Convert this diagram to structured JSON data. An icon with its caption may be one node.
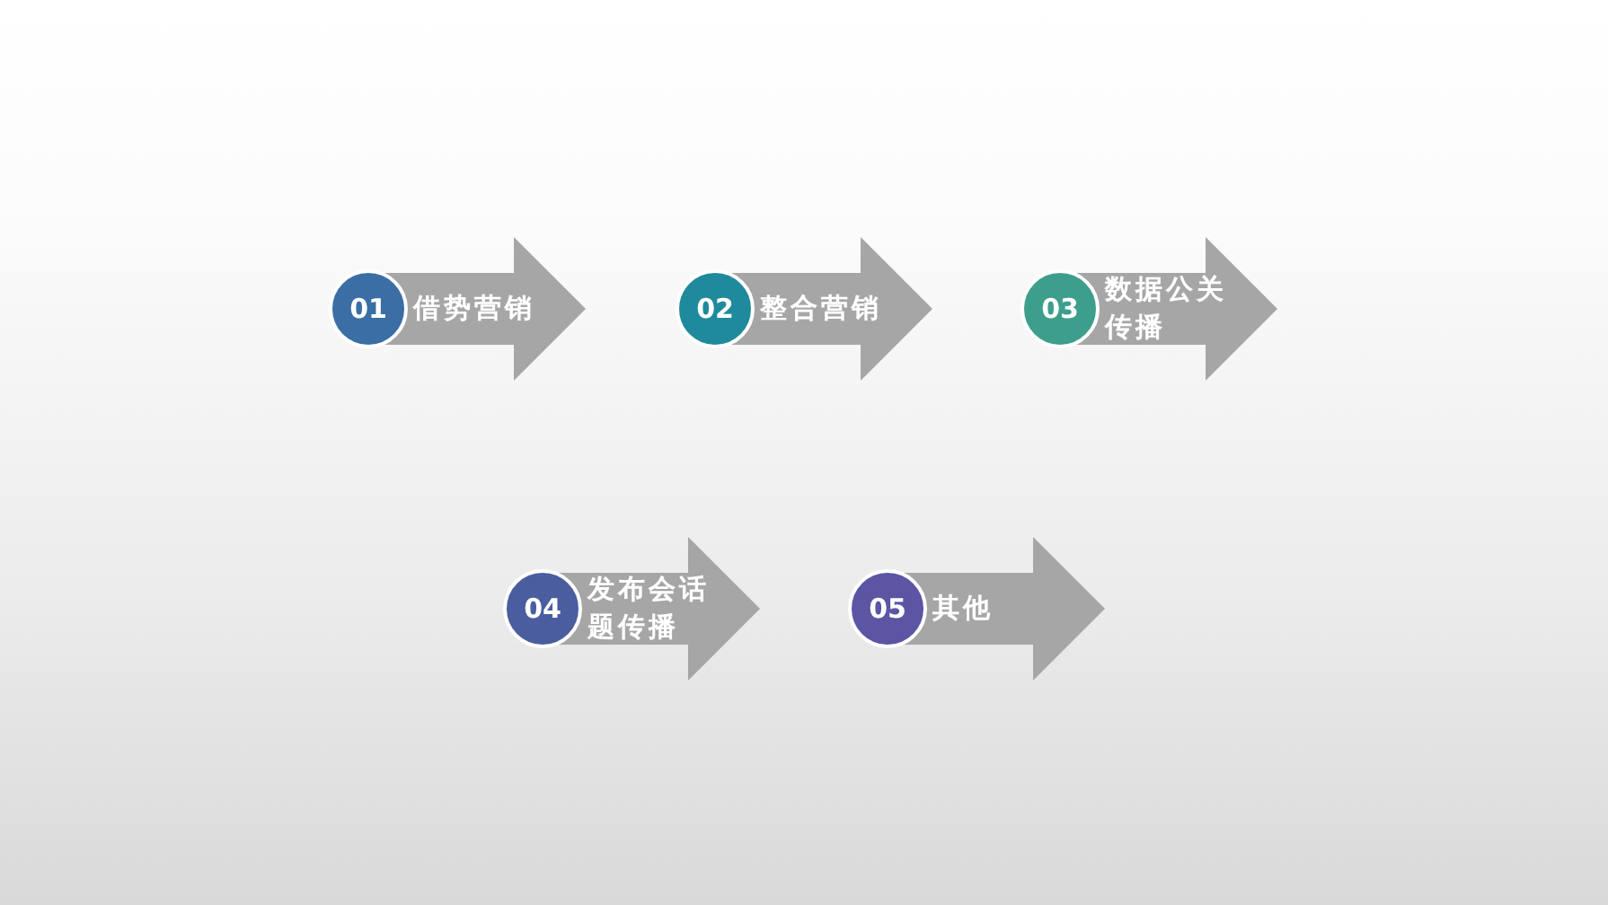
{
  "diagram": {
    "nodes": [
      {
        "text": [
          "01"
        ]
      },
      {
        "text": [
          "借势营销"
        ]
      },
      {
        "text": [
          "02"
        ]
      },
      {
        "text": [
          "整合营销"
        ]
      },
      {
        "text": [
          "03"
        ]
      },
      {
        "text": [
          "数据公关传播"
        ]
      },
      {
        "text": [
          "04"
        ]
      },
      {
        "text": [
          "发布会话题传播"
        ]
      },
      {
        "text": [
          "05"
        ]
      },
      {
        "text": [
          "其他"
        ]
      }
    ]
  }
}
